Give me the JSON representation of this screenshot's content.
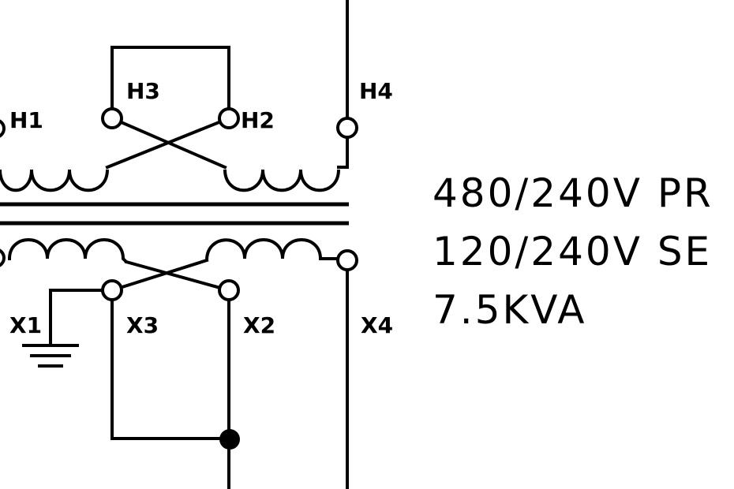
{
  "terminals": {
    "h1": "H1",
    "h2": "H2",
    "h3": "H3",
    "h4": "H4",
    "x1": "X1",
    "x2": "X2",
    "x3": "X3",
    "x4": "X4"
  },
  "spec": {
    "line1": "480/240V PR",
    "line2": "120/240V SE",
    "line3": "7.5KVA"
  }
}
